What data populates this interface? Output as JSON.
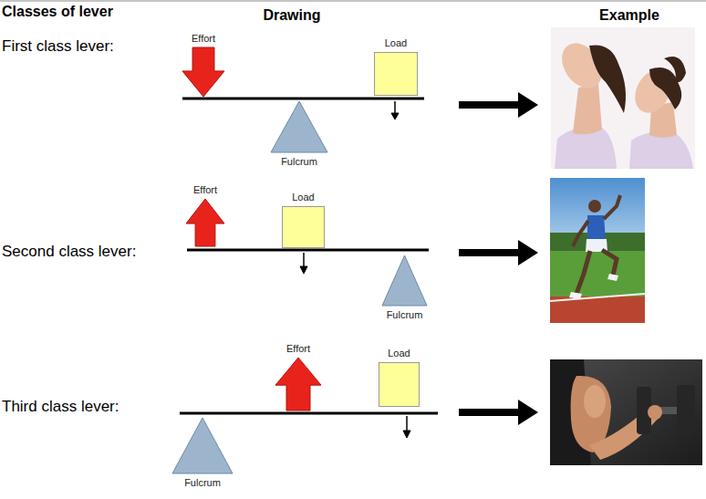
{
  "diagram": {
    "nodes": [
      {
        "text": [
          "Effort"
        ]
      },
      {
        "text": [
          "Load"
        ]
      },
      {
        "text": [
          "Fulcrum"
        ]
      },
      {
        "text": [
          "Effort"
        ]
      },
      {
        "text": [
          "Load"
        ]
      },
      {
        "text": [
          "Fulcrum"
        ]
      },
      {
        "text": [
          "Effort"
        ]
      },
      {
        "text": [
          "Load"
        ]
      },
      {
        "text": [
          "Fulcrum"
        ]
      }
    ],
    "labels": [
      "Classes of lever",
      "Drawing",
      "Example",
      "First class lever:",
      "Second class lever:",
      "Third class lever:"
    ]
  }
}
